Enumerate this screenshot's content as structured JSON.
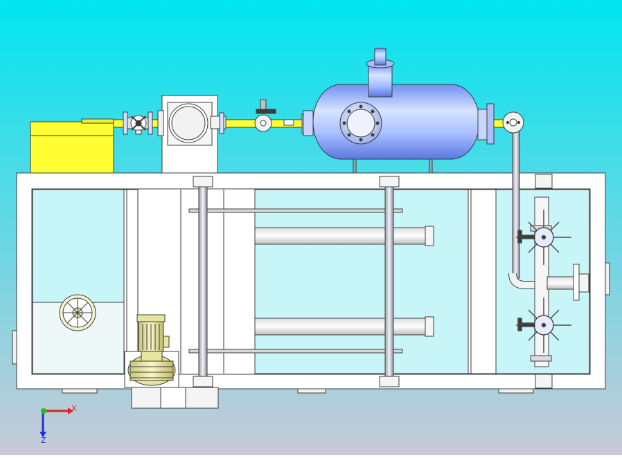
{
  "scene": {
    "type": "cad-3d-view",
    "view": "top",
    "background": {
      "top": "#00e5f0",
      "bottom": "#c9cad8"
    },
    "colors": {
      "tank_outline": "#3c3c3c",
      "tank_fill": "#ffffff",
      "water": "#c8f6f8",
      "yellow_piping": "#ffff33",
      "vessel": "#8fb0ff",
      "pump": "#e8e4a0"
    }
  },
  "axis_triad": {
    "x_label": "X",
    "z_label": "Z",
    "x_color": "#e02020",
    "z_color": "#2030d0",
    "y_color": "#20c020"
  },
  "components": [
    {
      "name": "yellow-dosing-box",
      "icon": "box"
    },
    {
      "name": "gate-valve",
      "icon": "handwheel"
    },
    {
      "name": "inspection-chamber",
      "icon": "round-hatch"
    },
    {
      "name": "ball-valve",
      "icon": "valve"
    },
    {
      "name": "pressure-vessel",
      "icon": "horizontal-tank"
    },
    {
      "name": "aeration-tank",
      "icon": "rectangular-tank"
    },
    {
      "name": "submersible-pump",
      "icon": "pump-motor"
    },
    {
      "name": "rotary-distributor",
      "icon": "spoke-nozzle"
    }
  ]
}
